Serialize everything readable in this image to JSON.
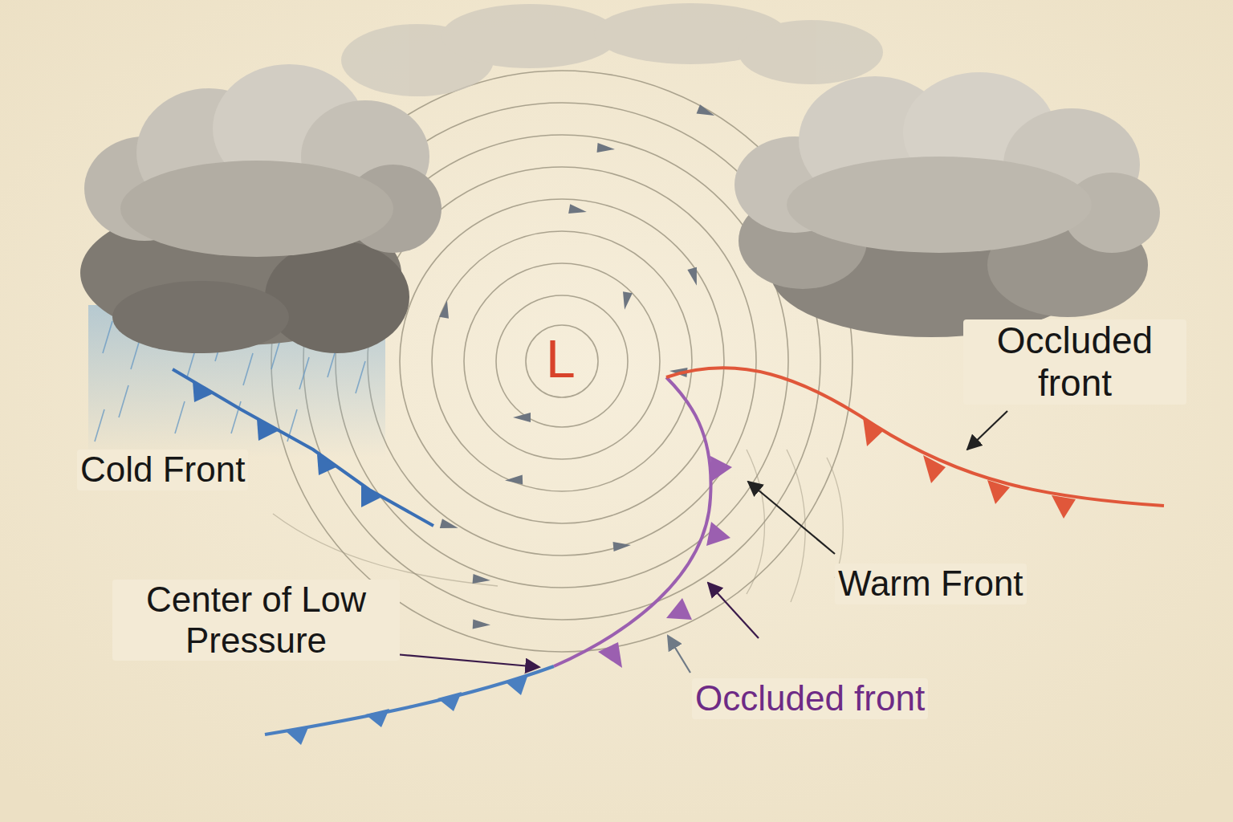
{
  "diagram": {
    "labels": [
      "L",
      "Occluded front",
      "Cold Front",
      "Warm Front",
      "Center of Low Pressure",
      "Occluded front"
    ]
  }
}
